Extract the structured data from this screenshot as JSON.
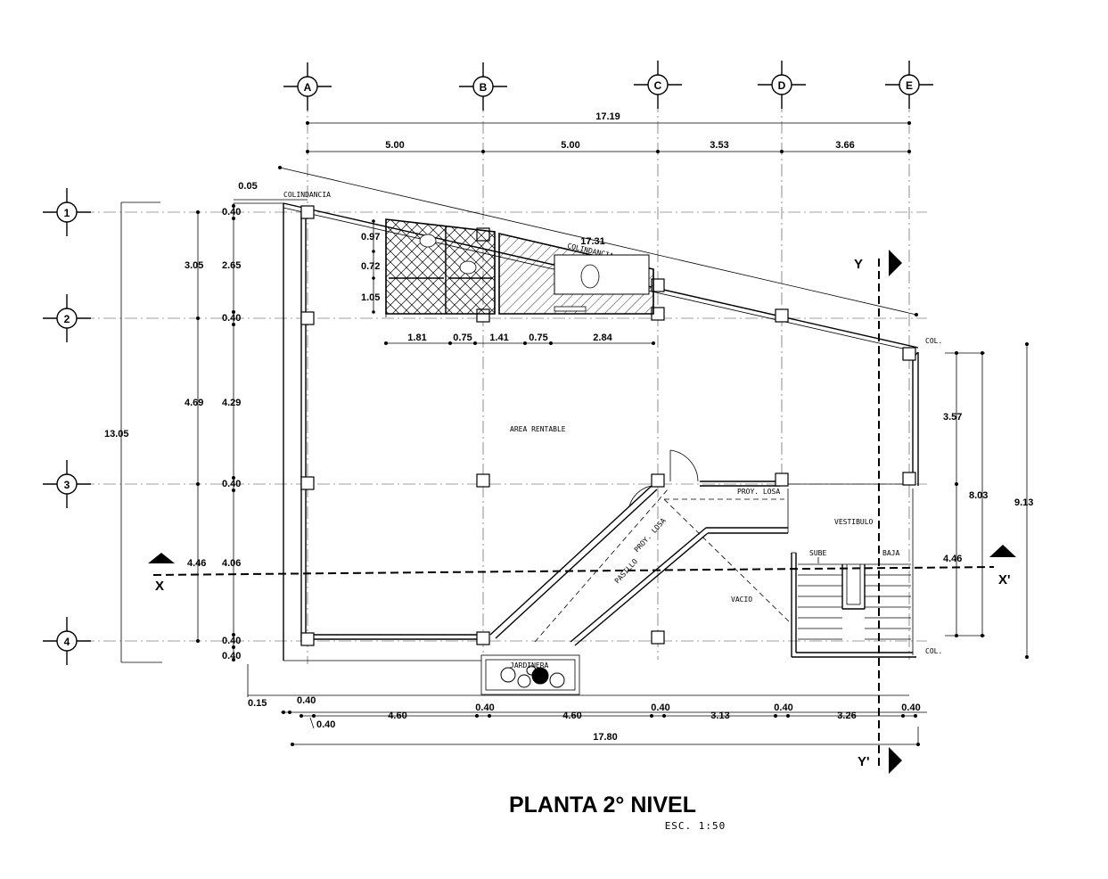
{
  "axes": {
    "columns": [
      "A",
      "B",
      "C",
      "D",
      "E"
    ],
    "rows": [
      "1",
      "2",
      "3",
      "4"
    ]
  },
  "dims": {
    "top_total": "17.19",
    "top_spans": [
      "5.00",
      "5.00",
      "3.53",
      "3.66"
    ],
    "diag_total": "17.31",
    "setback": "0.05",
    "left_total": "13.05",
    "left_outer": [
      "3.05",
      "4.69",
      "4.46"
    ],
    "left_inner": [
      "0.40",
      "2.65",
      "0.40",
      "4.29",
      "0.40",
      "4.06",
      "0.40",
      "0.40"
    ],
    "bath_vertical": [
      "0.97",
      "0.72",
      "1.05"
    ],
    "bath_horizontal": [
      "1.81",
      "0.75",
      "1.41",
      "0.75",
      "2.84"
    ],
    "right_total": "9.13",
    "right_mid": "8.03",
    "right_parts": [
      "3.57",
      "4.46"
    ],
    "bottom_small": [
      "0.15",
      "0.40",
      "0.40"
    ],
    "bottom_spans": [
      "4.60",
      "0.40",
      "4.60",
      "0.40",
      "3.13",
      "0.40",
      "3.26",
      "0.40"
    ],
    "bottom_total": "17.80"
  },
  "labels": {
    "colindancia_top": "COLINDANCIA",
    "colindancia_diag": "COLINDANCIA",
    "area_rentable": "AREA RENTABLE",
    "proy_losa_1": "PROY. LOSA",
    "proy_losa_2": "PROY. LOSA",
    "pasillo": "PASILLO",
    "vestibulo": "VESTIBULO",
    "vacio": "VACIO",
    "sube": "SUBE",
    "baja": "BAJA",
    "col_top": "COL.",
    "col_bottom": "COL.",
    "jardinera": "JARDINERA"
  },
  "cuts": {
    "x": "X",
    "x_prime": "X'",
    "y": "Y",
    "y_prime": "Y'"
  },
  "title": {
    "main": "PLANTA 2° NIVEL",
    "scale": "ESC.  1:50"
  }
}
